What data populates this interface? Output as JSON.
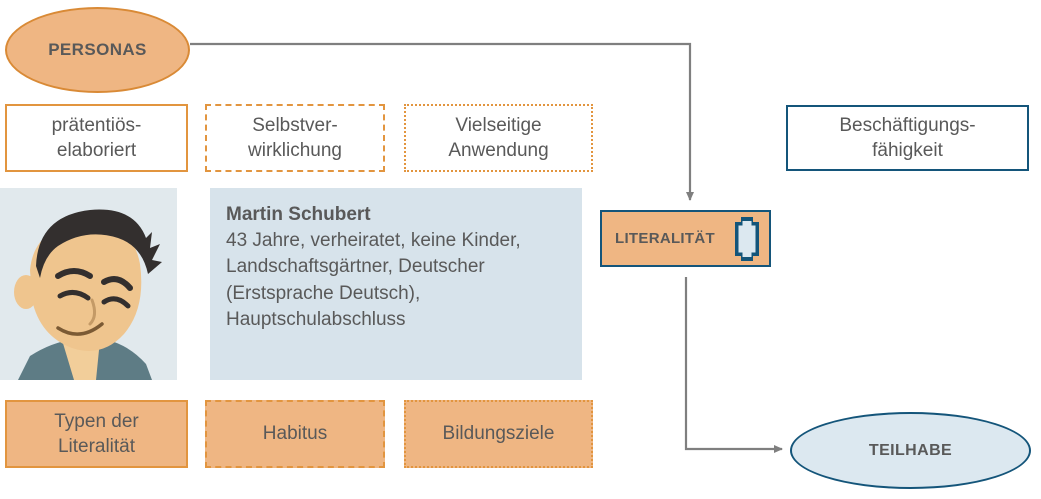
{
  "diagram": {
    "title_nodes": {
      "personas": "PERSONAS",
      "literalitaet": "LITERALITÄT",
      "teilhabe": "TEILHABE",
      "beschaeftigungsfaehigkeit": "Beschäftigungs-\nfähigkeit"
    },
    "top_row": [
      {
        "label": "prätentiös-\nelaboriert",
        "border": "solid",
        "fill": "white"
      },
      {
        "label": "Selbstver-\nwirklichung",
        "border": "dashed",
        "fill": "white"
      },
      {
        "label": "Vielseitige\nAnwendung",
        "border": "dotted",
        "fill": "white"
      }
    ],
    "bottom_row": [
      {
        "label": "Typen der\nLiteralität",
        "border": "solid",
        "fill": "orange"
      },
      {
        "label": "Habitus",
        "border": "dashed",
        "fill": "orange"
      },
      {
        "label": "Bildungsziele",
        "border": "dotted",
        "fill": "orange"
      }
    ],
    "persona": {
      "name": "Martin Schubert",
      "description": "43 Jahre, verheiratet, keine Kinder, Landschaftsgärtner, Deutscher (Erstsprache Deutsch), Hauptschulabschluss",
      "avatar_icon": "male-avatar-illustration"
    },
    "right_column": {
      "employability_label": "Beschäftigungs-\nfähigkeit"
    },
    "icons": {
      "literalitaet_badge": "book-page-icon"
    },
    "connectors": [
      {
        "name": "personas-to-literalitaet",
        "from": "PERSONAS",
        "to": "LITERALITÄT",
        "arrow": true
      },
      {
        "name": "literalitaet-to-teilhabe",
        "from": "LITERALITÄT",
        "to": "TEILHABE",
        "arrow": true
      }
    ],
    "colors": {
      "orange_fill": "#EFB683",
      "orange_stroke": "#E2953F",
      "navy_stroke": "#14557A",
      "light_blue_fill": "#DCE8F0",
      "panel_blue": "#D7E3EB",
      "avatar_bg": "#E1E9ED",
      "text_gray": "#595959",
      "wire_gray": "#7F7F7F"
    }
  }
}
